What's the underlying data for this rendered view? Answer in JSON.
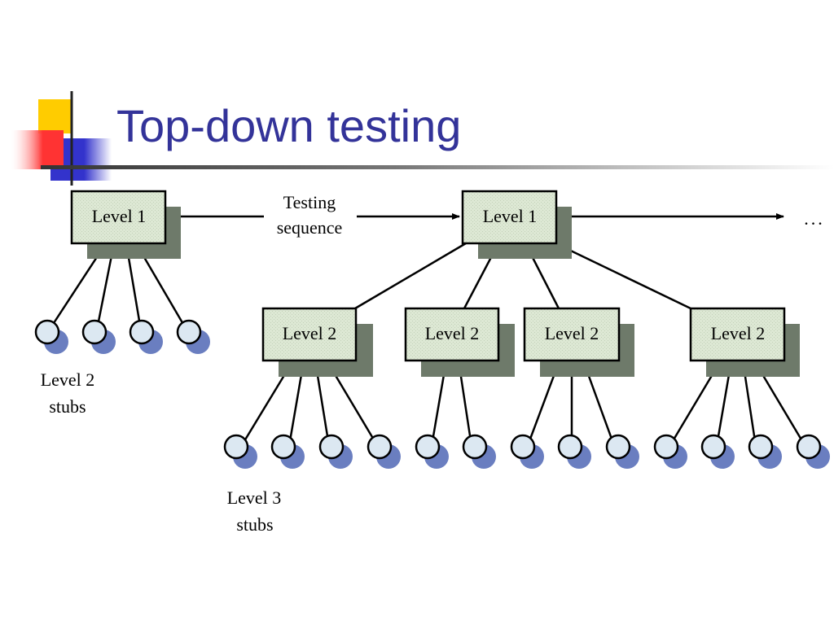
{
  "title": "Top-down testing",
  "diagram": {
    "testing_sequence_label": [
      "Testing",
      "sequence"
    ],
    "continuation": "...",
    "left_tree": {
      "root_label": "Level 1",
      "stub_count": 4,
      "stub_caption": [
        "Level 2",
        "stubs"
      ]
    },
    "right_tree": {
      "root_label": "Level 1",
      "children": [
        {
          "label": "Level 2",
          "stub_count": 4
        },
        {
          "label": "Level 2",
          "stub_count": 2
        },
        {
          "label": "Level 2",
          "stub_count": 3
        },
        {
          "label": "Level 2",
          "stub_count": 4
        }
      ],
      "stub_caption": [
        "Level 3",
        "stubs"
      ]
    }
  },
  "colors": {
    "title": "#333399",
    "box_fill": "#dde8d4",
    "box_shadow": "#6e7a6a",
    "stub_fill": "#dce8f2",
    "stub_shadow": "#6a7ec0",
    "logo_yellow": "#ffcc00",
    "logo_red": "#ff3333",
    "logo_blue": "#3333cc"
  }
}
